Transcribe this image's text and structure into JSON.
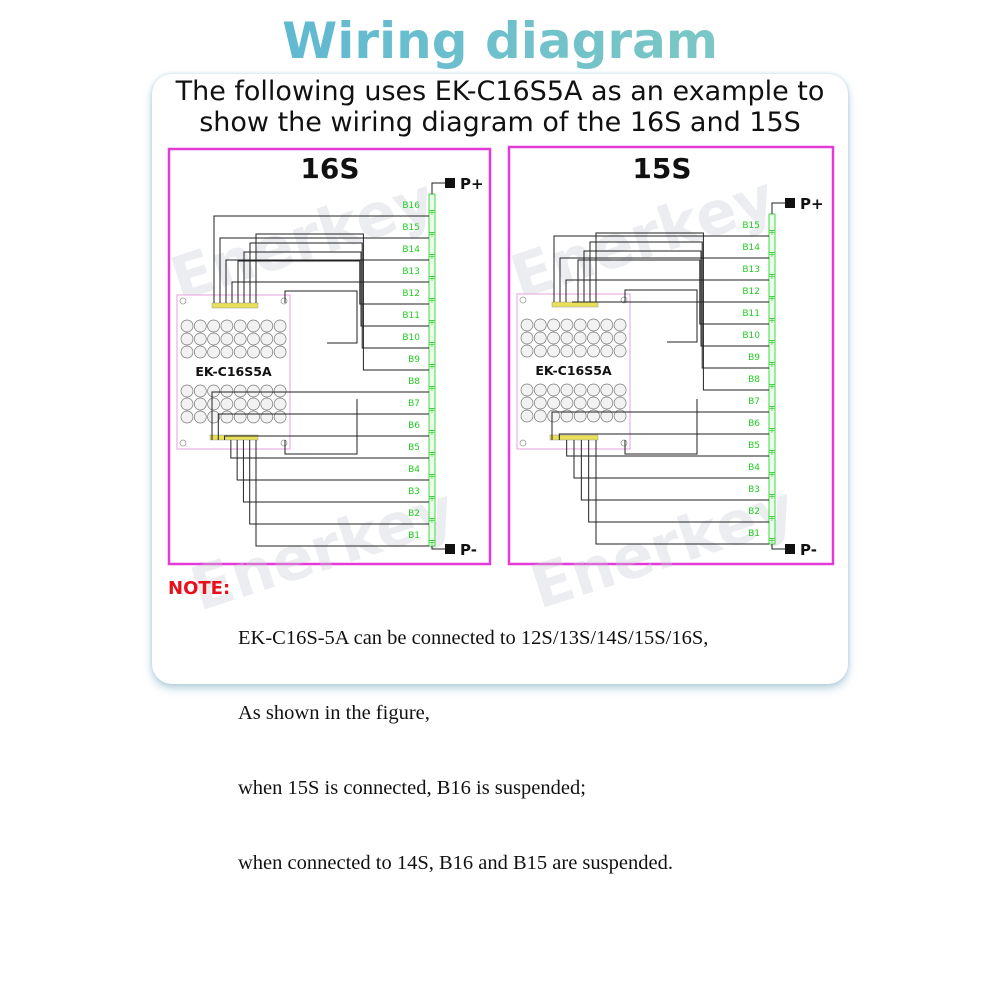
{
  "title": "Wiring diagram",
  "subtitle": {
    "line1": "The following uses EK-C16S5A as an example to",
    "line2": "show the wiring diagram of the 16S and 15S"
  },
  "watermark": "Enerkey",
  "panels": [
    {
      "label": "16S",
      "board_label": "EK-C16S5A",
      "p_plus": "P+",
      "p_minus": "P-",
      "cells": [
        "B16",
        "B15",
        "B14",
        "B13",
        "B12",
        "B11",
        "B10",
        "B9",
        "B8",
        "B7",
        "B6",
        "B5",
        "B4",
        "B3",
        "B2",
        "B1"
      ]
    },
    {
      "label": "15S",
      "board_label": "EK-C16S5A",
      "p_plus": "P+",
      "p_minus": "P-",
      "cells": [
        "B15",
        "B14",
        "B13",
        "B12",
        "B11",
        "B10",
        "B9",
        "B8",
        "B7",
        "B6",
        "B5",
        "B4",
        "B3",
        "B2",
        "B1"
      ]
    }
  ],
  "note": {
    "label": "NOTE:",
    "lines": [
      "EK-C16S-5A can be connected to 12S/13S/14S/15S/16S,",
      "As shown in the figure,",
      "when 15S is connected, B16 is suspended;",
      "when connected to 14S, B16 and B15 are suspended."
    ]
  },
  "colors": {
    "frame": "#e23bd8",
    "cell_label": "#22cc22",
    "wire": "#222222",
    "note_label": "#e8101a"
  }
}
